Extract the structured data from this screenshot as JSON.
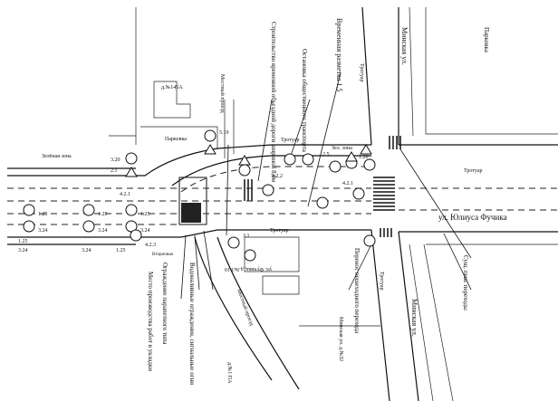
{
  "labels": {
    "minskaya_top": "Минская ул.",
    "parkovka_top_right": "Парковка",
    "vremennaya": "Временная разметка 1.5",
    "trotuar_top": "Тротуар",
    "ostanovka": "Остановка общественного транспорта",
    "stroitelstvo": "Строительство временной объездной дороги шириной 8,0м",
    "d145a": "д.№145А",
    "parkovka_left": "Парковка",
    "zelenaya": "Зелёная зона",
    "mestnyy": "Местный проезд",
    "zelen_mid": "Зел. зона",
    "trotuar_mid": "Тротуар",
    "trotuar_right": "Тротуар",
    "fuchika": "ул. Юлиуса Фучика",
    "sush_perekhod": "Сущ. пеш. переходы",
    "trotuar_center": "Тротуар",
    "perenos": "Перенос пешеходного перехода",
    "minskaya_bottom": "Минская ул.",
    "minskaya_bld": "Минская ул. д.№32",
    "fuchika_bld": "ул. Фучика, д.№3 10",
    "ograzhdenie": "Ограждение парапетного типа",
    "mesto": "Место производства работ в укладки",
    "vodonalivnye": "Водоналивные ограждения, сигнальные огни",
    "mestnyy_bottom": "Местный проезд",
    "d1": "д.№1 ПА",
    "vtorichnaya": "Вторичная",
    "trotuar_bottom": "Тротуар"
  },
  "signs": {
    "s1_25a": "1.25",
    "s3_24a": "3.24",
    "s1_25b": "1.25",
    "s3_24b": "3.24",
    "s4_2_1": "4.2.1",
    "s1_25c": "1.25",
    "s3_24c": "3.24",
    "s5_19": "5.19",
    "s3_20": "3.20",
    "s2_1": "2.1",
    "s4_2_2": "4.2.2",
    "s1_20": "1.20",
    "s2_5": "2.5",
    "s1_25d": "1.25",
    "s3_24d": "3.24",
    "s4_2_3": "4.2.3",
    "s3_1": "3.1",
    "s4_2_1b": "4.2.1",
    "s3_24e": "3.24",
    "s1_25e": "1.25"
  }
}
